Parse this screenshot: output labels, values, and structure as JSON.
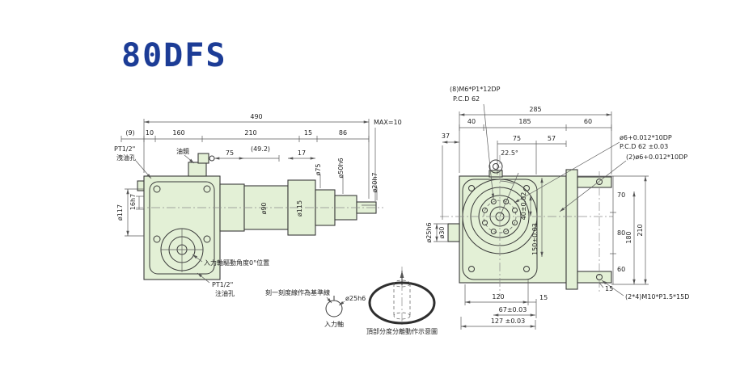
{
  "title": "80DFS",
  "colors": {
    "body_fill": "#e3f0d6",
    "line": "#3a3a3a",
    "title_blue": "#1c3c96"
  },
  "lv": {
    "d490": "490",
    "dmax": "MAX=10",
    "d9": "(9)",
    "d10": "10",
    "d160": "160",
    "d210": "210",
    "d15": "15",
    "d86": "86",
    "d75": "75",
    "d49": "(49.2)",
    "d17": "17",
    "dia75": "ø75",
    "dia50": "ø50h6",
    "dia20": "ø20h7",
    "dia90": "ø90",
    "dia115": "ø115",
    "k16": "16h7",
    "dia117": "ø117",
    "pt_a": "PT1/2\"",
    "drain": "洩油孔",
    "oil": "油鏡",
    "angle": "入力軸驅動角度0°位置",
    "pt_b": "PT1/2\"",
    "fill": "注油孔",
    "scribe": "刻一刻度線作為基準線",
    "dia25": "ø25h6",
    "inshaft": "入力軸"
  },
  "rv": {
    "m6": "(8)M6*P1*12DP",
    "pcd": "P.C.D 62",
    "d285": "285",
    "d40": "40",
    "d185": "185",
    "d60": "60",
    "d37": "37",
    "d75": "75",
    "d57": "57",
    "ang": "22.5°",
    "pin1": "ø6+0.012*10DP",
    "pin1b": "P.C.D 62 ±0.03",
    "pin2": "(2)ø6+0.012*10DP",
    "dia25": "ø25h6",
    "dia30": "ø30",
    "t40": "40±0.02",
    "t150": "150±0.03",
    "d70": "70",
    "d80": "80",
    "d60r": "60",
    "d180": "180",
    "d210": "210",
    "d15a": "15",
    "m10": "(2*4)M10*P1.5*15D",
    "d120": "120",
    "d15b": "15",
    "d67": "67±0.03",
    "d127": "127 ±0.03"
  },
  "bd": {
    "cap": "頂部分度分離動作示意圖"
  }
}
